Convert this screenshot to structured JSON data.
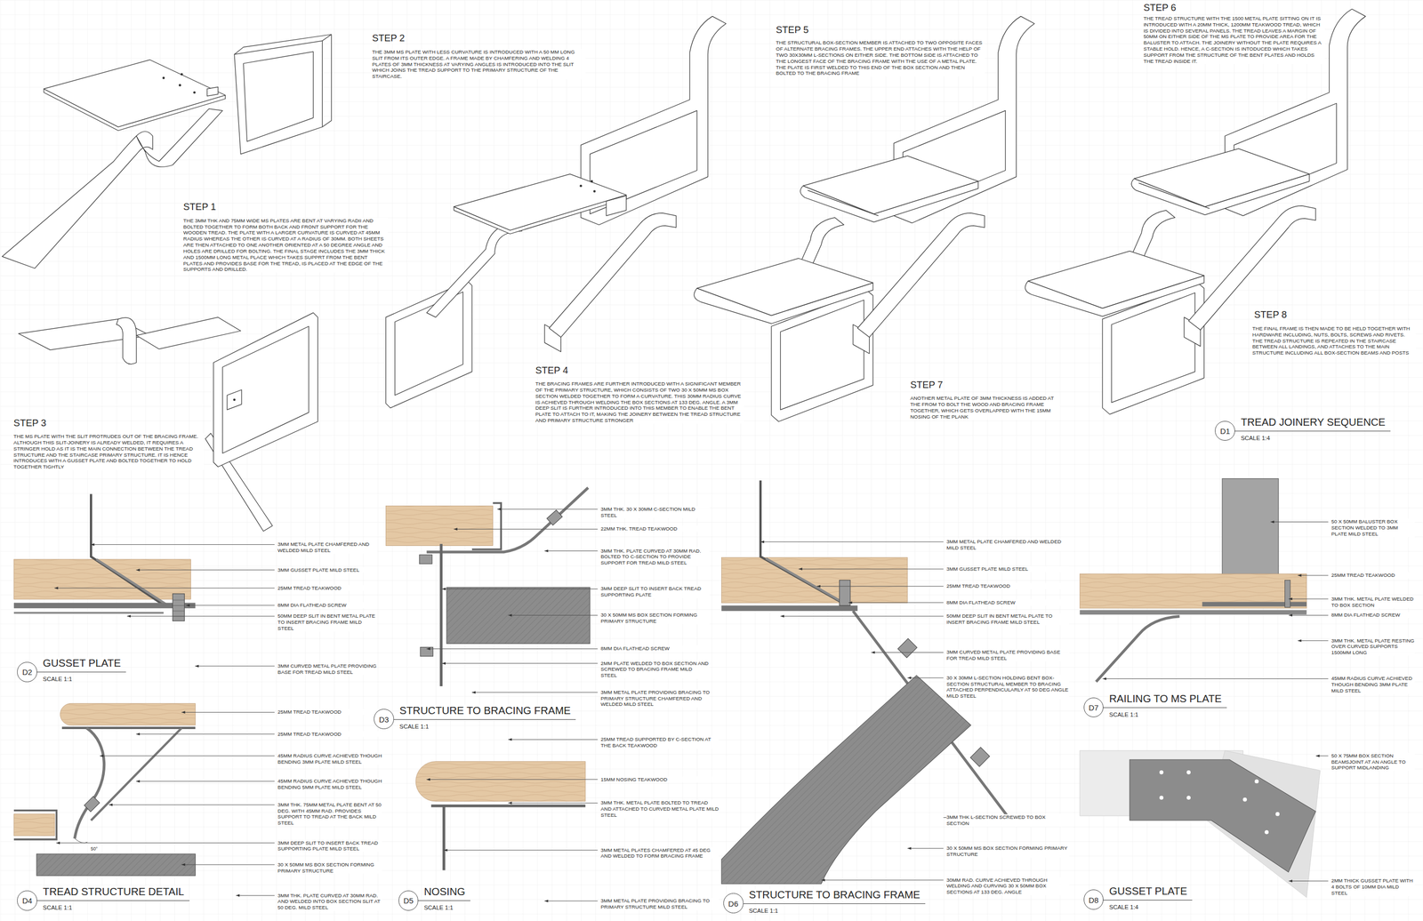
{
  "diagram": {
    "nodes": [
      {
        "text": [
          "D1",
          "TREAD JOINERY SEQUENCE",
          "SCALE 1:4"
        ]
      },
      {
        "text": [
          "D2",
          "GUSSET PLATE",
          "SCALE 1:1"
        ]
      },
      {
        "text": [
          "D3",
          "STRUCTURE TO BRACING FRAME",
          "SCALE 1:1"
        ]
      },
      {
        "text": [
          "D4",
          "TREAD STRUCTURE DETAIL",
          "SCALE 1:1"
        ]
      },
      {
        "text": [
          "D5",
          "NOSING",
          "SCALE 1:1"
        ]
      },
      {
        "text": [
          "D6",
          "STRUCTURE TO BRACING FRAME",
          "SCALE 1:1"
        ]
      },
      {
        "text": [
          "D7",
          "RAILING TO MS PLATE",
          "SCALE 1:1"
        ]
      },
      {
        "text": [
          "D8",
          "GUSSET PLATE",
          "SCALE 1:4"
        ]
      }
    ],
    "labels": [
      "STEP 1",
      "THE 3MM THK AND 75MM WIDE MS PLATES ARE BENT AT VARYING RADII AND BOLTED TOGETHER TO FORM BOTH BACK AND FRONT SUPPORT FOR THE WOODEN TREAD. THE PLATE WITH A LARGER CURVATURE IS CURVED AT 45MM RADIUS WHEREAS THE OTHER IS CURVED AT A RADIUS OF 30MM. BOTH SHEETS ARE THEN ATTACHED TO ONE ANOTHER ORIENTED AT A 50 DEGREE ANGLE AND HOLES ARE DRILLED FOR BOLTING. THE FINAL STAGE INCLUDES THE 3MM THICK AND 1500MM LONG METAL PLACE WHICH TAKES SUPPRT FROM THE BENT PLATES AND PROVIDES BASE FOR THE TREAD, IS PLACED AT THE EDGE OF THE SUPPORTS AND DRILLED.",
      "STEP 2",
      "THE 3MM MS PLATE WITH LESS CURVATURE IS INTRODUCED WITH A 50 MM LONG SLIT FROM ITS OUTER EDGE. A FRAME MADE BY CHAMFERING AND WELDING 4 PLATES OF 3MM THICKNESS AT VARYING ANGLES IS INTRODUCED INTO THE SLIT WHICH JOINS THE TREAD SUPPORT TO THE PRIMARY STRUCTURE OF THE STAIRCASE.",
      "STEP 3",
      "THE MS PLATE WITH THE SLIT PROTRUDES OUT OF THE BRACING FRAME. ALTHOUGH THIS SLIT-JOINERY IS ALREADY WELDED, IT REQUIRES A STRINGER HOLD AS IT IS THE MAIN CONNECTION BETWEEN THE TREAD STRUCTURE AND THE STAIRCASE PRIMARY STRUCTURE. IT IS HENCE INTRODUCES WITH A GUSSET PLATE AND BOLTED TOGETHER TO HOLD TOGETHER TIGHTLY",
      "STEP 4",
      "THE BRACING FRAMES ARE FURTHER INTRODUCED WITH A SIGNIFICANT MEMBER OF THE PRIMARY STRUCTURE, WHICH CONSISTS OF TWO 30 X 50MM MS BOX SECTION WELDED TOGETHER TO FORM A CURVATURE. THIS 30MM RADIUS CURVE IS ACHIEVED THROUGH WELDING THE BOX SECTIONS AT 133 DEG. ANGLE. A 3MM DEEP SLIT IS FURTHER INTRODUCED INTO THIS MEMBER TO ENABLE THE BENT PLATE TO ATTACH TO IT, MAKING THE JOINERY BETWEEN THE TREAD STRUCTURE AND PRIMARY STRUCTURE STRONGER",
      "STEP 5",
      "THE STRUCTURAL BOX-SECTION MEMBER IS ATTACHED TO TWO OPPOSITE FACES OF ALTERNATE BRACING FRAMES. THE UPPER END ATTACHES WITH THE HELP OF TWO 30X30MM L-SECTIONS ON EITHER SIDE. THE BOTTOM SIDE IS ATTACHED TO THE LONGEST FACE OF THE BRACING FRAME WITH THE USE OF A METAL PLATE. THE PLATE IS FIRST WELDED TO THIS END OF THE BOX SECTION AND THEN BOLTED TO THE BRACING FRAME",
      "STEP 6",
      "THE TREAD STRUCTURE WITH THE 1500 METAL PLATE SITTING ON IT IS INTRODUCED WITH A 20MM THICK, 1200MM TEAKWOOD TREAD, WHICH IS DIVIDED INTO SEVERAL PANELS. THE TREAD LEAVES A MARGIN OF 50MM ON EITHER SIDE OF THE MS PLATE TO PROVIDE AREA FOR THE BALUSTER TO ATTACH. THE JOINERY WITHOUT THE PLATE REQUIRES A STABLE HOLD. HENCE, A C-SECTION IS INTODUCED WHICH TAKES SUPPORT FROM THE STRUCTURE OF THE BENT PLATES AND HOLDS THE TREAD INSIDE IT.",
      "STEP 7",
      "ANOTHER METAL PLATE OF 3MM THICKNESS IS ADDED AT THE FROM TO BOLT THE WOOD AND BRACING FRAME TOGETHER, WHICH GETS OVERLAPPED WITH THE 15MM NOSING OF THE PLANK",
      "STEP 8",
      "THE FINAL FRAME IS THEN MADE TO BE HELD TOGETHER WITH HARDWARE INCLUDING, NUTS, BOLTS, SCREWS AND RIVETS. THE TREAD STRUCTURE IS REPEATED IN THE STAIRCASE BETWEEN ALL LANDINGS, AND ATTACHES TO THE MAIN STRUCTURE INCLUDING ALL BOX-SECTION BEAMS AND POSTS",
      "3MM METAL PLATE CHAMFERED AND WELDED MILD STEEL",
      "3MM GUSSET PLATE MILD STEEL",
      "25MM TREAD TEAKWOOD",
      "8MM DIA FLATHEAD SCREW",
      "50MM DEEP SLIT IN BENT METAL PLATE TO INSERT BRACING FRAME MILD STEEL",
      "3MM CURVED METAL PLATE PROVIDING BASE FOR TREAD MILD STEEL",
      "3MM THK. 30 X 30MM C-SECTION MILD STEEL",
      "22MM THK. TREAD TEAKWOOD",
      "3MM THK. PLATE CURVED AT 30MM RAD. BOLTED TO C-SECTION TO PROVIDE SUPPORT FOR TREAD MILD STEEL",
      "3MM DEEP SLIT TO INSERT BACK TREAD SUPPORTING PLATE",
      "30 X 50MM MS BOX SECTION FORMING PRIMARY STRUCTURE",
      "8MM DIA FLATHEAD SCREW",
      "2MM PLATE WELDED TO BOX SECTION AND SCREWED TO BRACING FRAME MILD STEEL",
      "3MM METAL PLATE PROVIDING BRACING TO PRIMARY STRUCTURE CHAMFERED AND WELDED MILD STEEL",
      "25MM TREAD TEAKWOOD",
      "25MM TREAD TEAKWOOD",
      "45MM RADIUS CURVE ACHIEVED THOUGH BENDING 3MM PLATE MILD STEEL",
      "45MM RADIUS CURVE ACHIEVED THOUGH BENDING 5MM PLATE MILD STEEL",
      "3MM THK. 75MM METAL PLATE BENT AT 50 DEG. WITH 45MM RAD. PROVIDES SUPPORT TO TREAD AT THE BACK MILD STEEL",
      "3MM DEEP SLIT TO INSERT BACK TREAD SUPPORTING PLATE MILD STEEL",
      "30 X 50MM MS BOX SECTION FORMING PRIMARY STRUCTURE",
      "3MM THK. PLATE CURVED AT 30MM RAD. AND WELDED INTO BOX SECTION SLIT AT 50 DEG. MILD STEEL",
      "50°",
      "25MM TREAD SUPPORTED BY C-SECTION AT THE BACK TEAKWOOD",
      "15MM NOSING TEAKWOOD",
      "3MM THK. METAL PLATE BOLTED TO TREAD AND ATTACHED TO CURVED METAL PLATE MILD STEEL",
      "3MM METAL PLATES CHAMFERED AT 45 DEG AND WELDED TO FORM BRACING FRAME",
      "3MM METAL PLATE PROVIDING BRACING TO PRIMARY STRUCTURE MILD STEEL",
      "3MM METAL PLATE CHAMFERED AND WELDED MILD STEEL",
      "3MM GUSSET PLATE MILD STEEL",
      "25MM TREAD TEAKWOOD",
      "8MM DIA FLATHEAD SCREW",
      "50MM DEEP SLIT IN BENT METAL PLATE TO INSERT BRACING FRAME MILD STEEL",
      "3MM CURVED METAL PLATE PROVIDING BASE FOR TREAD MILD STEEL",
      "30 X 30MM L-SECTION HOLDING BENT BOX-SECTION STRUCTURAL MEMBER TO BRACING ATTACHED PERPENDICULARLY AT 50 DEG ANGLE MILD STEEL",
      "3MM THK L-SECTION SCREWED TO BOX SECTION",
      "30 X 50MM MS BOX SECTION FORMING PRIMARY STRUCTURE",
      "30MM RAD. CURVE ACHIEVED THROUGH WELDING AND CURVING 30 X 50MM BOX SECTIONS AT 133 DEG. ANGLE",
      "50 X 50MM BALUSTER BOX SECTION WELDED TO 3MM PLATE MILD STEEL",
      "25MM TREAD TEAKWOOD",
      "3MM THK. METAL PLATE WELDED TO BOX SECTION",
      "8MM DIA FLATHEAD SCREW",
      "3MM THK. METAL PLATE RESTING OVER CURVED SUPPORTS 1500MM LONG",
      "45MM RADIUS CURVE ACHIEVED THOUGH BENDING 3MM PLATE MILD STEEL",
      "50 X 75MM BOX SECTION BEAMSJOINT AT AN ANGLE TO SUPPORT MIDLANDING",
      "2MM THICK GUSSET PLATE WITH 4 BOLTS OF 10MM DIA MILD STEEL"
    ]
  }
}
